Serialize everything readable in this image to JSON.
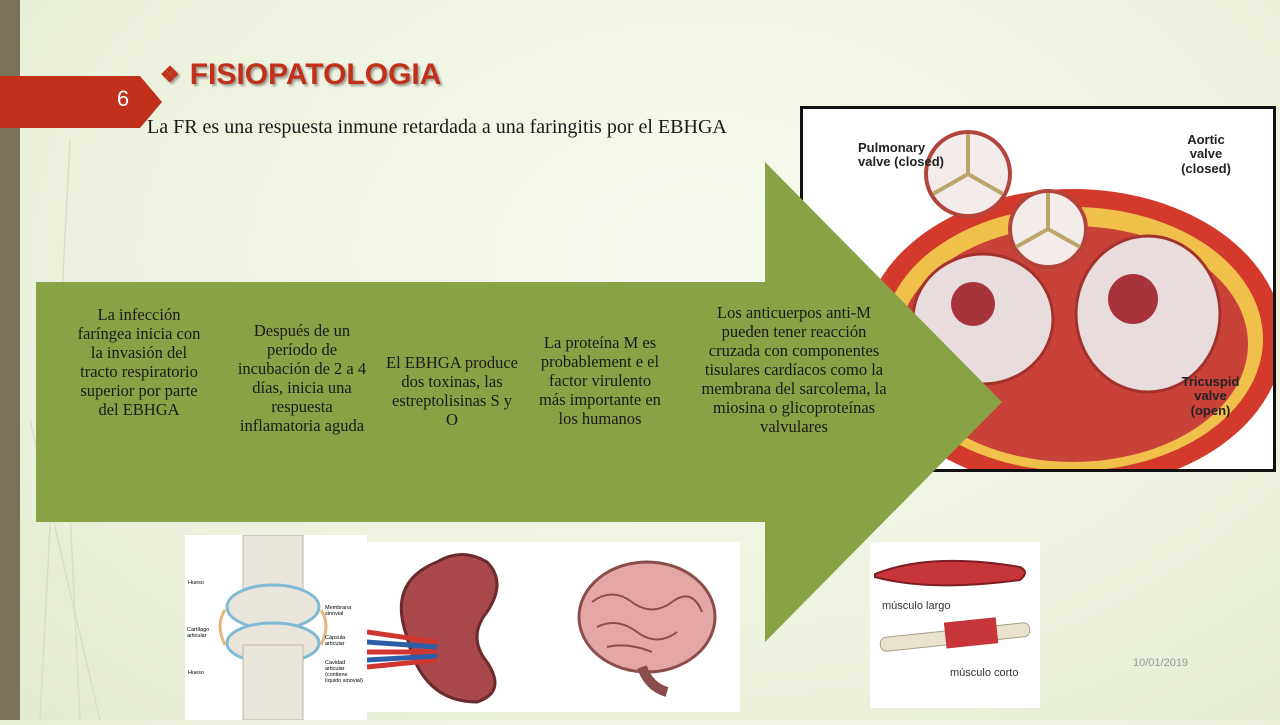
{
  "slide": {
    "number": "6",
    "title": "FISIOPATOLOGIA",
    "title_bullet": "❖",
    "subtitle": "La FR es una respuesta inmune retardada a una faringitis por el EBHGA",
    "date": "10/01/2019"
  },
  "process_steps": [
    {
      "text": "La infección faríngea inicia con la invasión del tracto respiratorio superior por parte del EBHGA"
    },
    {
      "text": "Después de un período de incubación de 2 a 4 días, inicia una respuesta inflamatoria aguda"
    },
    {
      "text": "El EBHGA produce dos toxinas, las estreptolisinas S y O"
    },
    {
      "text": "La proteína M es probablement e el factor virulento más importante en los humanos"
    },
    {
      "text": "Los anticuerpos anti-M pueden tener reacción cruzada con componentes tisulares cardíacos como la membrana del sarcolema, la miosina o glicoproteínas valvulares"
    }
  ],
  "heart_figure": {
    "labels": {
      "pulmonary": "Pulmonary valve (closed)",
      "aortic": "Aortic valve (closed)",
      "tricuspid": "Tricuspid valve (open)"
    }
  },
  "joint_figure": {
    "labels": [
      "Hueso",
      "Membrana sinovial",
      "Cartílago articular",
      "Cápsula articular",
      "Hueso",
      "Cavidad articular (contiene líquido sinovial)"
    ]
  },
  "muscle_figure": {
    "labels": [
      "músculo largo",
      "músculo corto"
    ]
  },
  "colors": {
    "arrow_green": "#8aa246",
    "accent_red": "#c0301a",
    "band": "#7c7257"
  }
}
